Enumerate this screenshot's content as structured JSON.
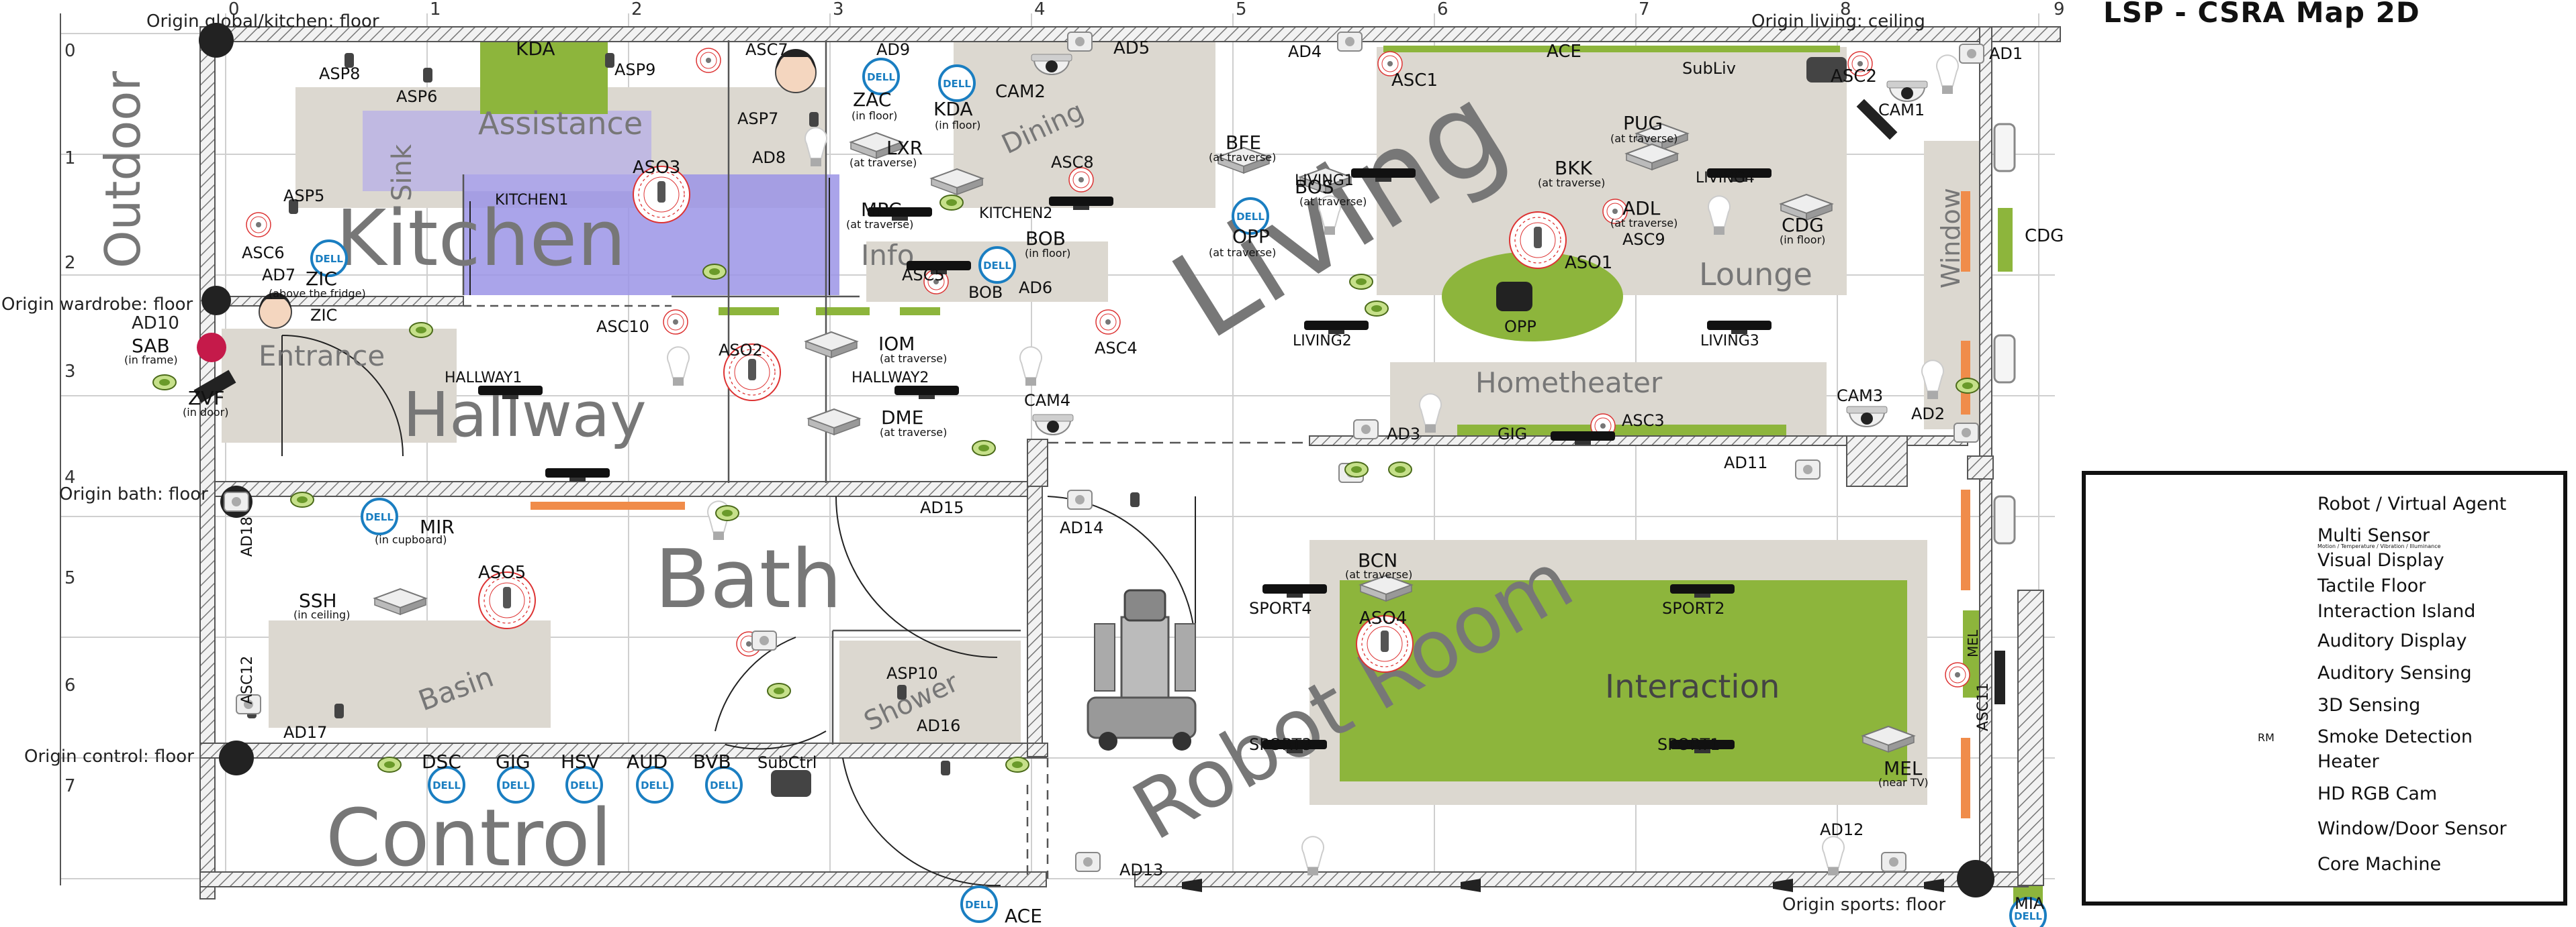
{
  "title": "LSP - CSRA Map 2D",
  "colors": {
    "interaction_island": "#dcd8d0",
    "visual_display": "#8db53c",
    "tactile_floor": "#9b94e6",
    "heater": "#f08c4a",
    "smoke": "#ff3b1f",
    "wall": "#8a8a8a",
    "dell": "#1a7ec1",
    "grid": "#cccccc"
  },
  "axes": {
    "x_ticks": [
      "0",
      "1",
      "2",
      "3",
      "4",
      "5",
      "6",
      "7",
      "8",
      "9"
    ],
    "y_ticks": [
      "0",
      "1",
      "2",
      "3",
      "4",
      "5",
      "6",
      "7"
    ]
  },
  "origins": {
    "global": "Origin global/kitchen: floor",
    "living": "Origin living: ceiling",
    "wardrobe": "Origin wardrobe: floor",
    "wardrobe_ad": "AD10",
    "bath": "Origin bath: floor",
    "control": "Origin control: floor",
    "sports": "Origin sports: floor"
  },
  "rooms": {
    "outdoor": "Outdoor",
    "kitchen": "Kitchen",
    "assistance": "Assistance",
    "sink": "Sink",
    "dining": "Dining",
    "info": "Info",
    "living": "Living",
    "lounge": "Lounge",
    "window": "Window",
    "entrance": "Entrance",
    "hallway": "Hallway",
    "hometheater": "Hometheater",
    "bath": "Bath",
    "basin": "Basin",
    "shower": "Shower",
    "robot_room": "Robot Room",
    "interaction": "Interaction",
    "control": "Control"
  },
  "labels": {
    "kda_top": "KDA",
    "asp8": "ASP8",
    "asp6": "ASP6",
    "asp9": "ASP9",
    "asc7": "ASC7",
    "ad9": "AD9",
    "zac": "ZAC",
    "zac_note": "(in floor)",
    "kda": "KDA",
    "kda_note": "(in floor)",
    "cam2": "CAM2",
    "ad5": "AD5",
    "ad4": "AD4",
    "asc1": "ASC1",
    "ace_top": "ACE",
    "subliv": "SubLiv",
    "asc2": "ASC2",
    "ad1": "AD1",
    "cam1": "CAM1",
    "asp7": "ASP7",
    "aso3": "ASO3",
    "kitchen1": "KITCHEN1",
    "ad8": "AD8",
    "lxr": "LXR",
    "lxr_note": "(at traverse)",
    "mpc": "MPC",
    "mpc_note": "(at traverse)",
    "kitchen2": "KITCHEN2",
    "asc8": "ASC8",
    "bfe": "BFE",
    "bfe_note": "(at traverse)",
    "living1": "LIVING1",
    "bos": "BOS",
    "bos_note": "(at traverse)",
    "opp": "OPP",
    "opp_note": "(at traverse)",
    "pug": "PUG",
    "pug_note": "(at traverse)",
    "bkk": "BKK",
    "bkk_note": "(at traverse)",
    "living4": "LIVING4",
    "adl": "ADL",
    "adl_note": "(at traverse)",
    "asc9": "ASC9",
    "cdg": "CDG",
    "cdg_note": "(in floor)",
    "cdg_right": "CDG",
    "asp5": "ASP5",
    "asc6": "ASC6",
    "ad7": "AD7",
    "zic": "ZIC",
    "zic_note": "(above the fridge)",
    "zic_small": "ZIC",
    "bob": "BOB",
    "bob_note": "(in floor)",
    "asc5": "ASC5",
    "bob_small": "BOB",
    "ad6": "AD6",
    "aso1": "ASO1",
    "opp_big": "OPP",
    "living2": "LIVING2",
    "living3": "LIVING3",
    "asc10": "ASC10",
    "aso2": "ASO2",
    "iom": "IOM",
    "iom_note": "(at traverse)",
    "asc4": "ASC4",
    "sab": "SAB",
    "sab_note": "(in frame)",
    "zvf": "ZVF",
    "zvf_note": "(in door)",
    "hallway1": "HALLWAY1",
    "hallway2": "HALLWAY2",
    "cam4": "CAM4",
    "dme": "DME",
    "dme_note": "(at traverse)",
    "ad3": "AD3",
    "gig_top": "GIG",
    "asc3": "ASC3",
    "cam3": "CAM3",
    "ad2": "AD2",
    "ad11": "AD11",
    "mir": "MIR",
    "mir_note": "(in cupboard)",
    "ad15": "AD15",
    "ad14": "AD14",
    "ad18": "AD18",
    "ssh": "SSH",
    "ssh_note": "(in ceiling)",
    "aso5": "ASO5",
    "asc12": "ASC12",
    "bcn": "BCN",
    "bcn_note": "(at traverse)",
    "sport4": "SPORT4",
    "aso4": "ASO4",
    "sport2": "SPORT2",
    "asp10": "ASP10",
    "ad16": "AD16",
    "mel_side": "MEL",
    "asc11": "ASC11",
    "ad17": "AD17",
    "sport3": "SPORT3",
    "sport1": "SPORT1",
    "mel": "MEL",
    "mel_note": "(near TV)",
    "dsc": "DSC",
    "gig": "GIG",
    "hsv": "HSV",
    "aud": "AUD",
    "bvb": "BVB",
    "subctrl": "SubCtrl",
    "ad12": "AD12",
    "ad13": "AD13",
    "ace": "ACE",
    "mia": "MIA",
    "dell": "DELL"
  },
  "legend": {
    "robot": "Robot / Virtual Agent",
    "multi_sensor": "Multi Sensor",
    "multi_sensor_note": "Motion / Temperature / Vibration / Illuminance",
    "visual_display": "Visual Display",
    "tactile_floor": "Tactile Floor",
    "interaction_island": "Interaction Island",
    "auditory_display": "Auditory Display",
    "auditory_sensing": "Auditory Sensing",
    "sensing_3d": "3D Sensing",
    "smoke_detection": "Smoke Detection",
    "smoke_code": "RM",
    "heater": "Heater",
    "hd_rgb_cam": "HD RGB Cam",
    "window_door_sensor": "Window/Door Sensor",
    "core_machine": "Core Machine"
  }
}
